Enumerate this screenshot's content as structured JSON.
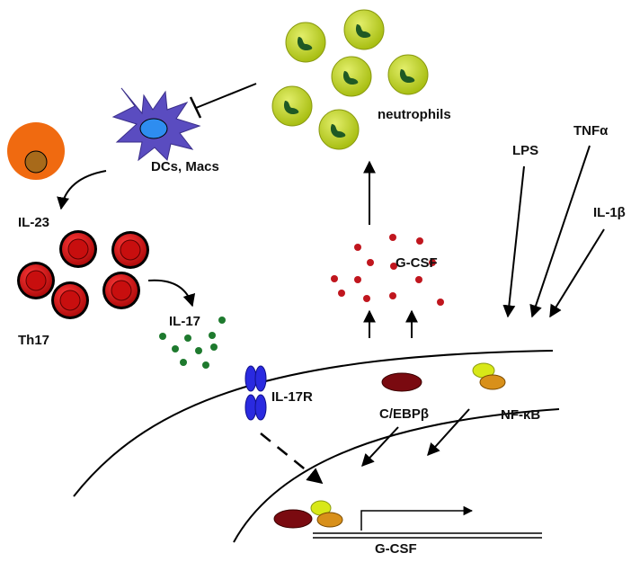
{
  "labels": {
    "neutrophils": "neutrophils",
    "dcs_macs": "DCs, Macs",
    "il23": "IL-23",
    "th17": "Th17",
    "il17": "IL-17",
    "il17r": "IL-17R",
    "gcsf_secreted": "G-CSF",
    "lps": "LPS",
    "tnfa": "TNFα",
    "il1b": "IL-1β",
    "cebpb": "C/EBPβ",
    "nfkb": "NF-κB",
    "gcsf_gene": "G-CSF"
  },
  "colors": {
    "neutrophil_fill": "#b5c918",
    "neutrophil_nucleus": "#1f5a24",
    "dc_fill": "#5a4cc0",
    "dc_nucleus": "#2e8df0",
    "cell_orange": "#f06a10",
    "cell_orange_nucleus": "#a86a1a",
    "th17_fill": "#d81818",
    "gcsf_dot": "#c0161e",
    "il17_dot": "#1e7a2e",
    "receptor": "#2a2ae0",
    "cebpb": "#7a0a10",
    "nfkb_a": "#d8e818",
    "nfkb_b": "#d8901a"
  }
}
